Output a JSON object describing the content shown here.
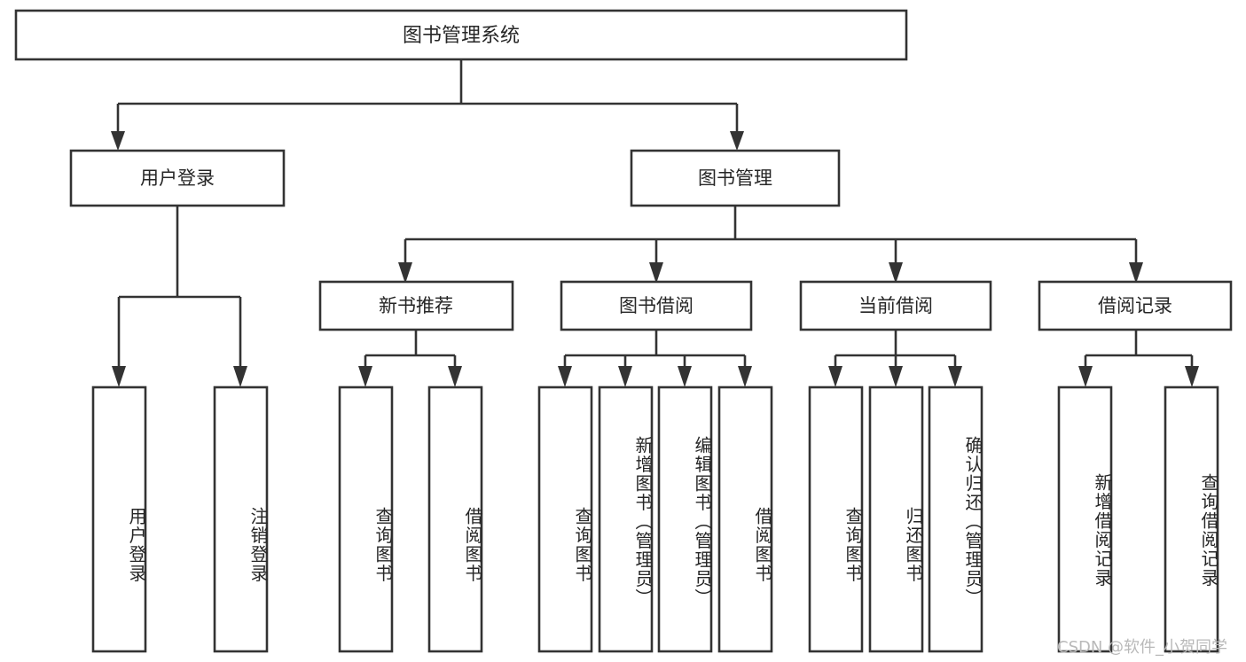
{
  "diagram": {
    "type": "tree-hierarchy",
    "title": "图书管理系统",
    "orientation": "top-down",
    "background_color": "#ffffff",
    "line_color": "#333333",
    "text_color": "#262626",
    "box_fill": "#ffffff"
  },
  "root": {
    "label": "图书管理系统"
  },
  "level2": [
    {
      "label": "用户登录"
    },
    {
      "label": "图书管理"
    }
  ],
  "level3": [
    {
      "label": "新书推荐"
    },
    {
      "label": "图书借阅"
    },
    {
      "label": "当前借阅"
    },
    {
      "label": "借阅记录"
    }
  ],
  "leaves": {
    "user_login": [
      {
        "label": "用户登录"
      },
      {
        "label": "注销登录"
      }
    ],
    "new_book_recommend": [
      {
        "label": "查询图书"
      },
      {
        "label": "借阅图书"
      }
    ],
    "book_borrow": [
      {
        "label": "查询图书"
      },
      {
        "label": "新增图书（管理员）"
      },
      {
        "label": "编辑图书（管理员）"
      },
      {
        "label": "借阅图书"
      }
    ],
    "current_borrow": [
      {
        "label": "查询图书"
      },
      {
        "label": "归还图书"
      },
      {
        "label": "确认归还（管理员）"
      }
    ],
    "borrow_record": [
      {
        "label": "新增借阅记录"
      },
      {
        "label": "查询借阅记录"
      }
    ]
  },
  "watermark": {
    "text": "CSDN @软件_小贺同学"
  }
}
